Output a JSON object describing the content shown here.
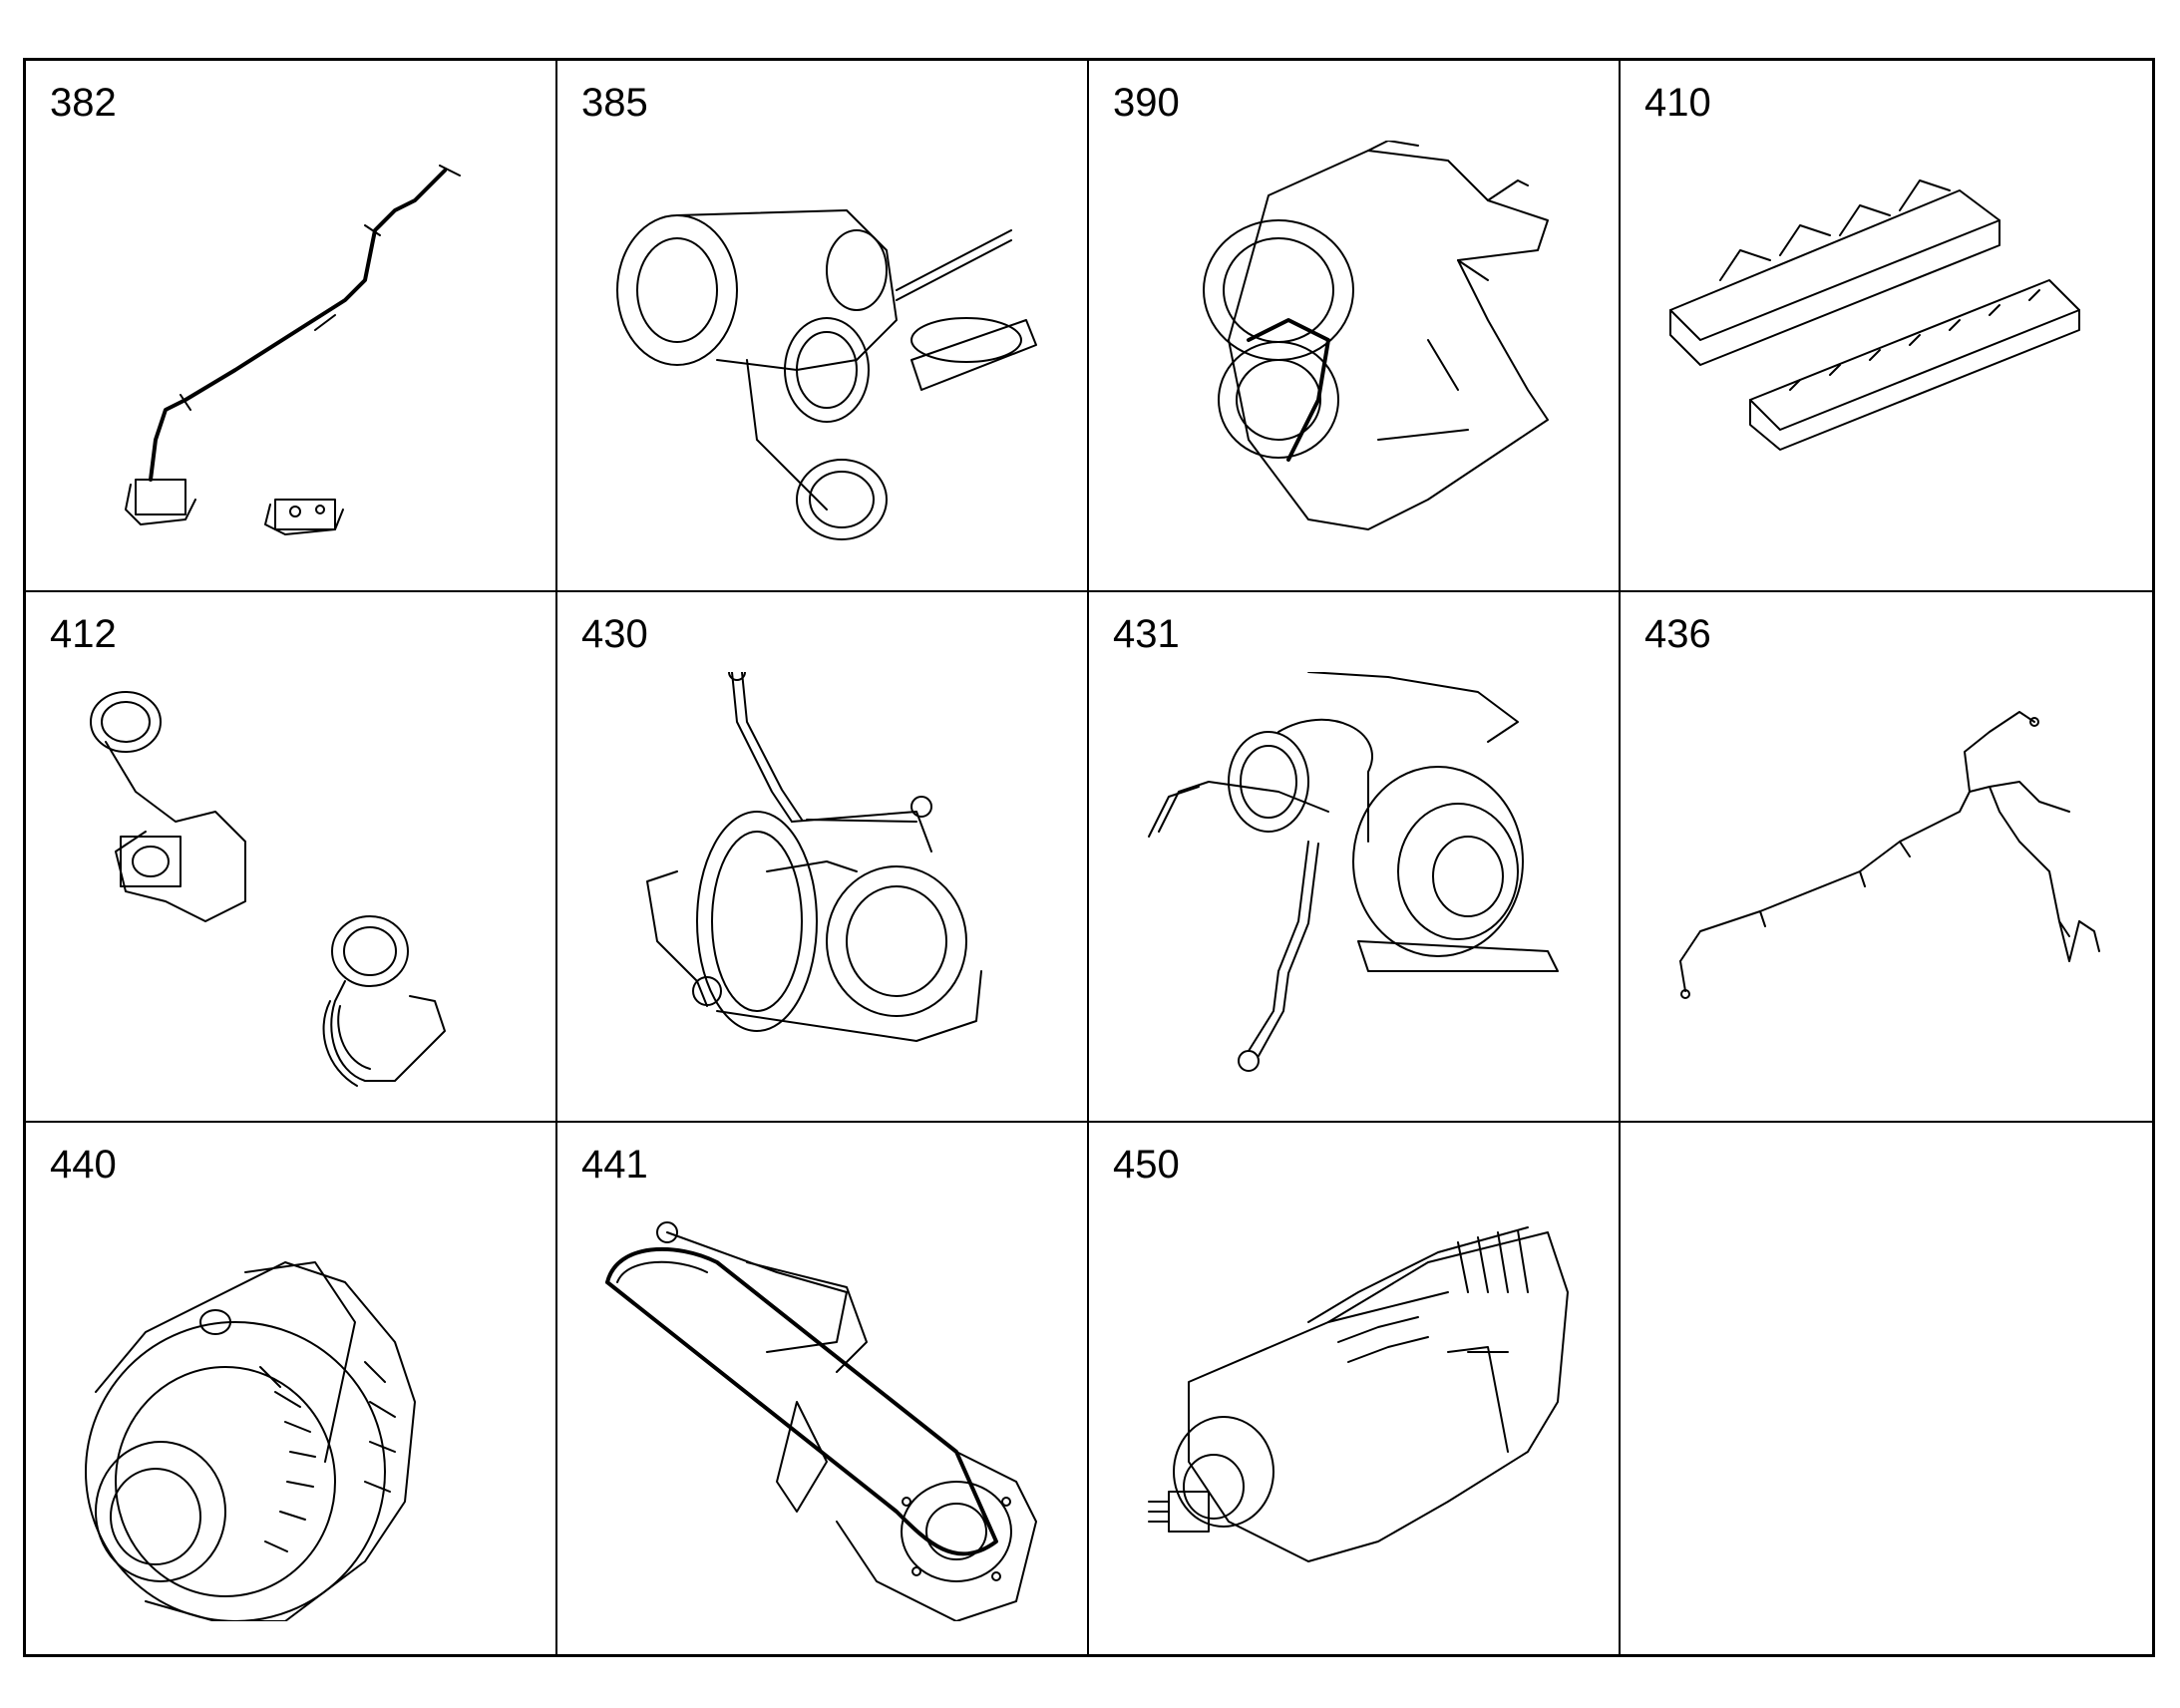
{
  "parts": [
    {
      "number": "382",
      "icon": "tube-with-fittings-icon"
    },
    {
      "number": "385",
      "icon": "exhaust-housing-icon"
    },
    {
      "number": "390",
      "icon": "turbocharger-bracket-icon"
    },
    {
      "number": "410",
      "icon": "cylinder-heads-icon"
    },
    {
      "number": "412",
      "icon": "throttle-bodies-icon"
    },
    {
      "number": "430",
      "icon": "turbocharger-icon"
    },
    {
      "number": "431",
      "icon": "turbocharger-lines-icon"
    },
    {
      "number": "436",
      "icon": "wiring-harness-icon"
    },
    {
      "number": "440",
      "icon": "alternator-icon"
    },
    {
      "number": "441",
      "icon": "belt-drive-icon"
    },
    {
      "number": "450",
      "icon": "supercharger-icon"
    }
  ]
}
